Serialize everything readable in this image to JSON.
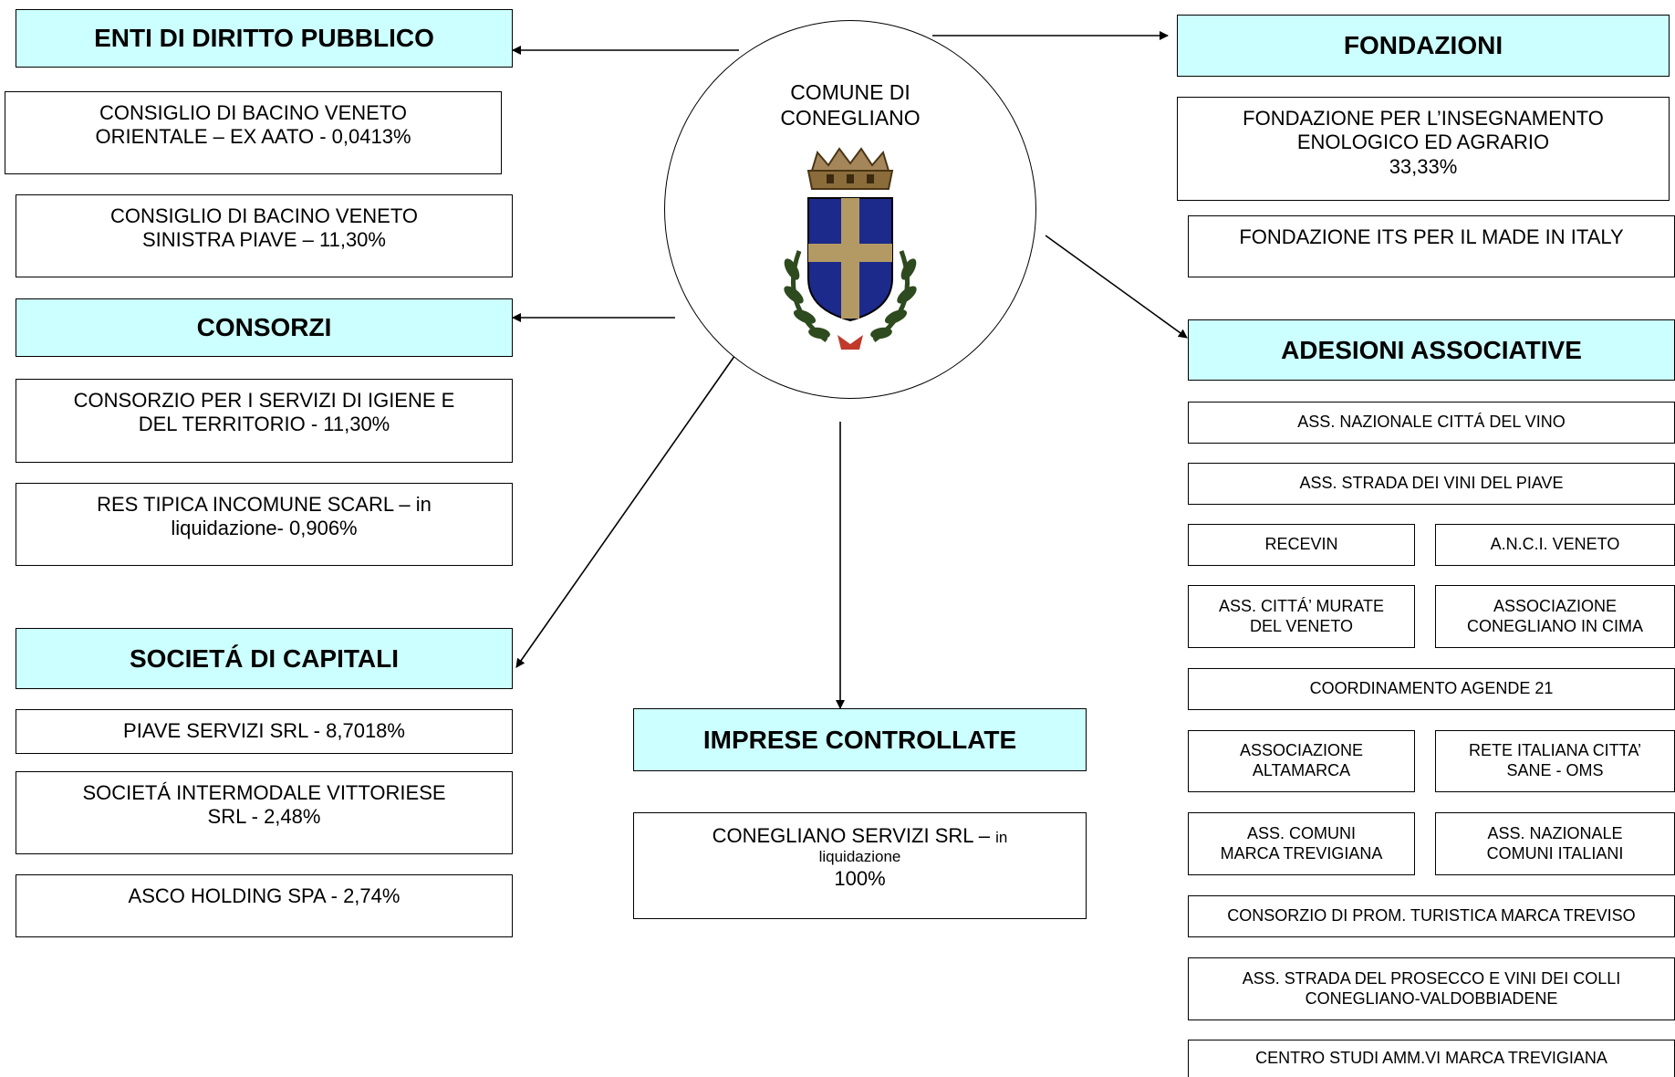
{
  "center": {
    "lines": [
      "COMUNE DI",
      "CONEGLIANO"
    ]
  },
  "headers": {
    "enti": "ENTI DI DIRITTO PUBBLICO",
    "consorzi": "CONSORZI",
    "societa": "SOCIETÁ DI CAPITALI",
    "imprese": "IMPRESE CONTROLLATE",
    "fondazioni": "FONDAZIONI",
    "adesioni": "ADESIONI ASSOCIATIVE"
  },
  "enti": [
    [
      "CONSIGLIO DI BACINO VENETO",
      "ORIENTALE – EX AATO - 0,0413%"
    ],
    [
      "CONSIGLIO DI BACINO VENETO",
      "SINISTRA PIAVE – 11,30%"
    ]
  ],
  "consorzi": [
    [
      "CONSORZIO PER I SERVIZI DI IGIENE E",
      "DEL TERRITORIO - 11,30%"
    ],
    [
      "RES TIPICA INCOMUNE SCARL – in",
      "liquidazione- 0,906%"
    ]
  ],
  "societa": [
    [
      "PIAVE SERVIZI SRL - 8,7018%"
    ],
    [
      "SOCIETÁ INTERMODALE VITTORIESE",
      "SRL - 2,48%"
    ],
    [
      "ASCO HOLDING SPA - 2,74%"
    ]
  ],
  "imprese": {
    "name": "CONEGLIANO SERVIZI SRL – ",
    "status": "in",
    "status2": "liquidazione",
    "share": "100%"
  },
  "fondazioni": [
    [
      "FONDAZIONE PER L’INSEGNAMENTO",
      "ENOLOGICO ED AGRARIO",
      "33,33%"
    ],
    [
      "FONDAZIONE ITS PER IL MADE IN ITALY"
    ]
  ],
  "adesioni": {
    "nazionale_vino": [
      "ASS. NAZIONALE CITTÁ DEL VINO"
    ],
    "strada_piave": [
      "ASS. STRADA DEI VINI DEL PIAVE"
    ],
    "recevin": [
      "RECEVIN"
    ],
    "anci": [
      "A.N.C.I. VENETO"
    ],
    "citta_murate": [
      "ASS. CITTÁ’ MURATE",
      "DEL VENETO"
    ],
    "in_cima": [
      "ASSOCIAZIONE",
      "CONEGLIANO IN CIMA"
    ],
    "agende21": [
      "COORDINAMENTO AGENDE 21"
    ],
    "altamarca": [
      "ASSOCIAZIONE",
      "ALTAMARCA"
    ],
    "rete_sane": [
      "RETE ITALIANA CITTA’",
      "SANE - OMS"
    ],
    "comuni_marca": [
      "ASS. COMUNI",
      "MARCA TREVIGIANA"
    ],
    "comuni_italiani": [
      "ASS. NAZIONALE",
      "COMUNI ITALIANI"
    ],
    "prom_turistica": [
      "CONSORZIO DI PROM. TURISTICA MARCA TREVISO"
    ],
    "strada_prosecco": [
      "ASS. STRADA DEL PROSECCO E VINI DEI COLLI",
      "CONEGLIANO-VALDOBBIADENE"
    ],
    "centro_studi": [
      "CENTRO STUDI AMM.VI MARCA TREVIGIANA"
    ]
  },
  "colors": {
    "header_fill": "#ccffff",
    "crest_blue": "#1c2a8c",
    "crest_gold": "#b39a64"
  }
}
